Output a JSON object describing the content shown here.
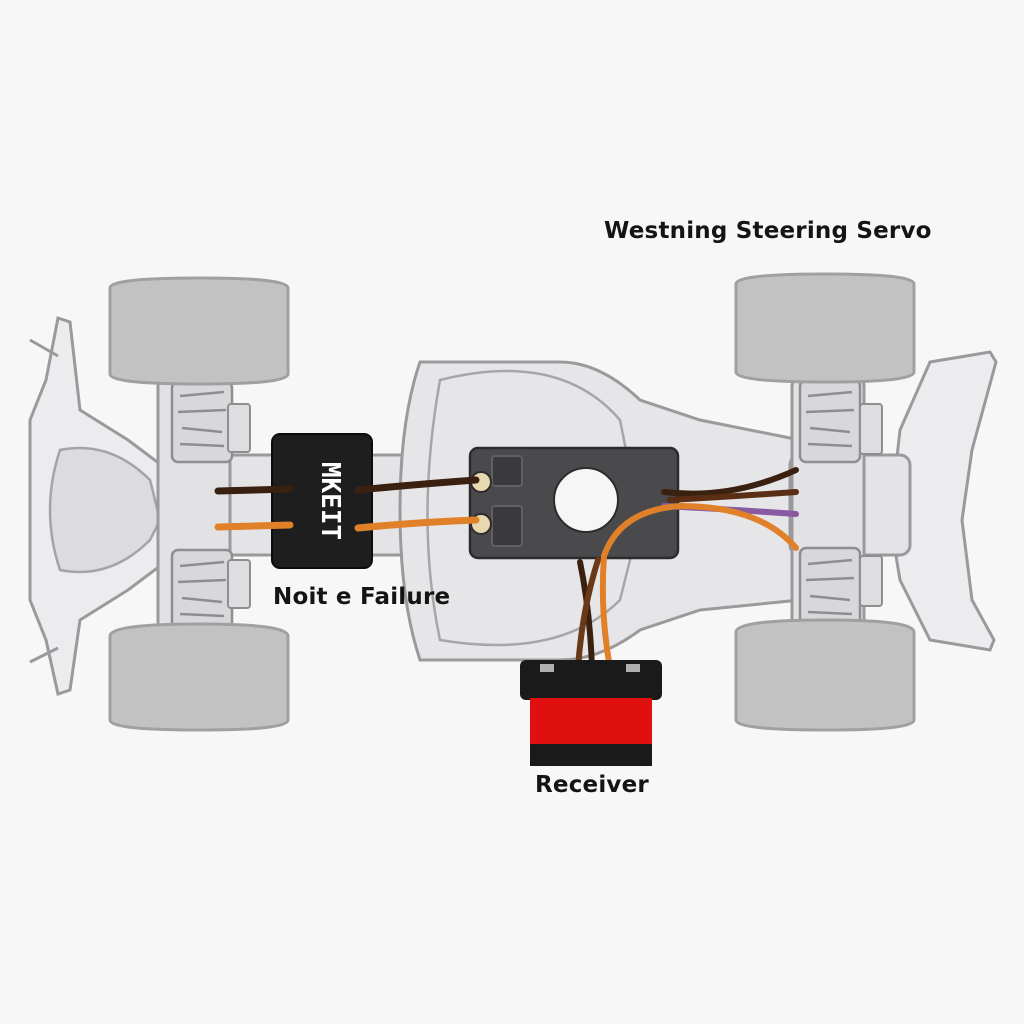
{
  "labels": {
    "steering_servo": "Westning Steering Servo",
    "failure": "Noit e Failure",
    "receiver": "Receiver"
  },
  "component_text": {
    "esc_chip": "MKEIT"
  },
  "colors": {
    "background": "#f7f7f7",
    "chassis_fill": "#e2e2e4",
    "chassis_stroke": "#9a9a9c",
    "tire_fill": "#c2c2c2",
    "module_dark": "#4a4a4c",
    "chip_black": "#1e1e1e",
    "wire_brown": "#3a2010",
    "wire_orange": "#e08028",
    "wire_purple": "#8a5aa0",
    "battery_red": "#e01010",
    "battery_black": "#1a1a1a"
  }
}
